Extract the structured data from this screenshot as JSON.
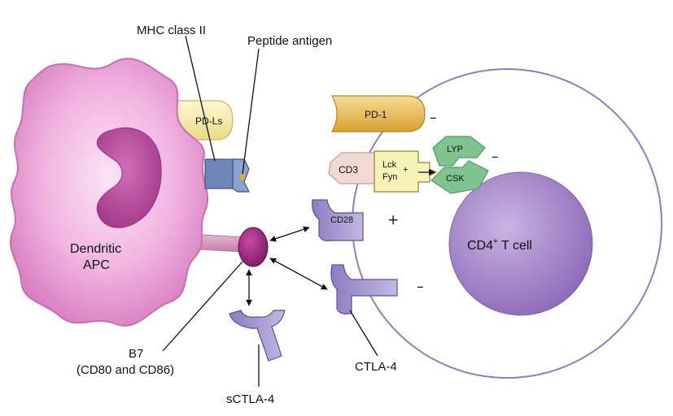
{
  "labels": {
    "mhc": "MHC class II",
    "peptide": "Peptide antigen",
    "pdls": "PD-Ls",
    "pd1": "PD-1",
    "cd3": "CD3",
    "lck": "Lck",
    "fyn": "Fyn",
    "lck_plus": "+",
    "lyp": "LYP",
    "csk": "CSK",
    "cd28": "CD28",
    "dendritic": "Dendritic",
    "apc": "APC",
    "tcell_main": "CD4",
    "tcell_sup": "+",
    "tcell_rest": " T cell",
    "b7": "B7",
    "b7_sub": "(CD80 and CD86)",
    "sctla4": "sCTLA-4",
    "ctla4": "CTLA-4"
  },
  "signs": {
    "pd1": "–",
    "lyp": "–",
    "cd28": "+",
    "ctla4": "–"
  },
  "colors": {
    "apc_outer": "#d77cc0",
    "apc_inner": "#b0408f",
    "tcell_outline": "#8a7fc0",
    "tcell_nucleus": "#8c6cb8",
    "receptor_purple": "#9b8cc7",
    "pd1_gold": "#e3b24a",
    "pdls_yellow": "#f2eaa0",
    "cd3_pink": "#f3d9d3",
    "lyp_green": "#7fc48f",
    "mhc_blue": "#6f86b8"
  }
}
